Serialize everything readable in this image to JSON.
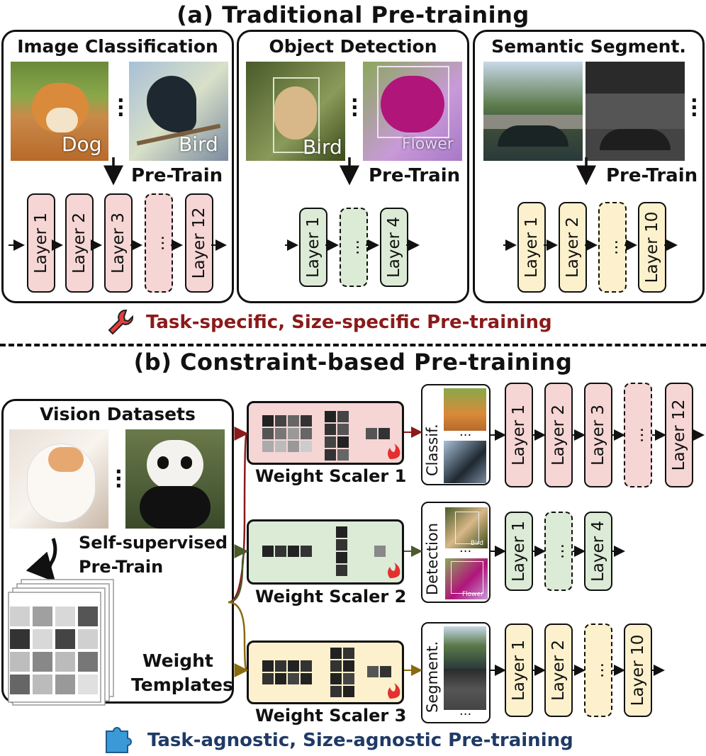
{
  "part_a": {
    "title": "(a)  Traditional Pre-training",
    "panels": [
      {
        "title": "Image Classification",
        "labels": [
          "Dog",
          "Bird"
        ],
        "pretrain": "Pre-Train",
        "layers": [
          "Layer 1",
          "Layer 2",
          "Layer 3",
          "...",
          "Layer 12"
        ]
      },
      {
        "title": "Object Detection",
        "labels": [
          "Bird",
          "Flower"
        ],
        "pretrain": "Pre-Train",
        "layers": [
          "Layer 1",
          "...",
          "Layer 4"
        ]
      },
      {
        "title": "Semantic Segment.",
        "labels": [],
        "pretrain": "Pre-Train",
        "layers": [
          "Layer 1",
          "Layer 2",
          "...",
          "Layer 10"
        ]
      }
    ],
    "tagline": "Task-specific, Size-specific Pre-training",
    "tagline_icon": "wrench-icon",
    "tagline_color": "#8b1a1a"
  },
  "part_b": {
    "title": "(b) Constraint-based Pre-training",
    "datasets_title": "Vision Datasets",
    "ssl_label_1": "Self-supervised",
    "ssl_label_2": "Pre-Train",
    "templates_label_1": "Weight",
    "templates_label_2": "Templates",
    "scalers": [
      {
        "label": "Weight Scaler 1",
        "task": "Classif.",
        "layers": [
          "Layer 1",
          "Layer 2",
          "Layer 3",
          "...",
          "Layer 12"
        ],
        "color": "#f6d5d5"
      },
      {
        "label": "Weight Scaler 2",
        "task": "Detection",
        "layers": [
          "Layer 1",
          "...",
          "Layer 4"
        ],
        "color": "#dcebd6"
      },
      {
        "label": "Weight Scaler 3",
        "task": "Segment.",
        "layers": [
          "Layer 1",
          "Layer 2",
          "...",
          "Layer 10"
        ],
        "color": "#fcf1cc"
      }
    ],
    "detection_mini_labels": [
      "Bird",
      "Flower"
    ],
    "tagline": "Task-agnostic, Size-agnostic Pre-training",
    "tagline_icon": "puzzle-icon",
    "tagline_color": "#1f3a66"
  },
  "colors": {
    "pink": "#f6d5d5",
    "green": "#dcebd6",
    "yellow": "#fcf1cc",
    "arrow_red": "#8b1a1a",
    "arrow_green": "#4a5a2a",
    "arrow_gold": "#8a6a10"
  }
}
